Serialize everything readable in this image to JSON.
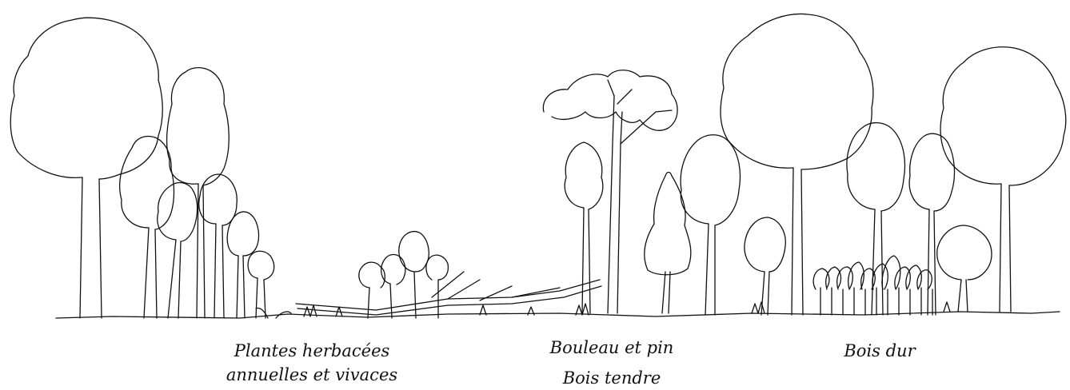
{
  "labels": {
    "herbaceous_line1": "Plantes herbacées",
    "herbaceous_line2": "annuelles et vivaces",
    "birch_pine": "Bouleau et pin",
    "softwood": "Bois tendre",
    "hardwood": "Bois dur"
  },
  "colors": {
    "ink": "#111111",
    "background": "#ffffff"
  }
}
